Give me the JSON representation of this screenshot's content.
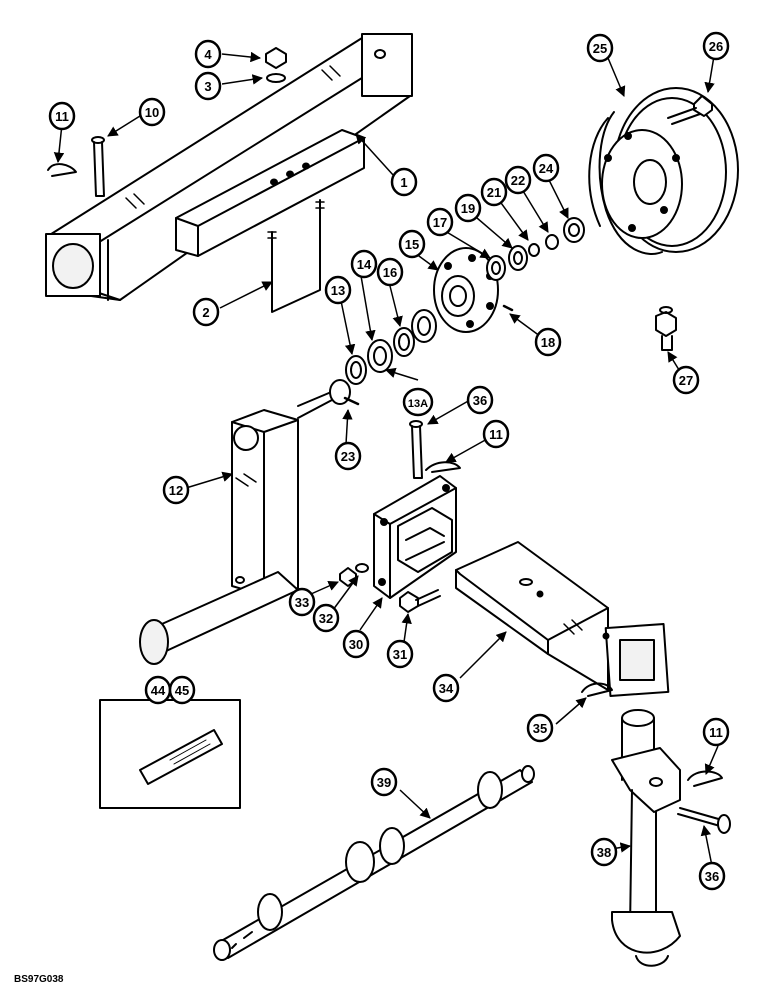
{
  "figure_code": "BS97G038",
  "decal_labels": [
    "44",
    "45"
  ],
  "callouts": [
    "1",
    "2",
    "3",
    "4",
    "10",
    "11",
    "12",
    "13",
    "13A",
    "14",
    "15",
    "16",
    "17",
    "18",
    "19",
    "21",
    "22",
    "23",
    "24",
    "25",
    "26",
    "27",
    "30",
    "31",
    "32",
    "33",
    "34",
    "35",
    "36",
    "38",
    "39"
  ],
  "line_color": "#000000"
}
